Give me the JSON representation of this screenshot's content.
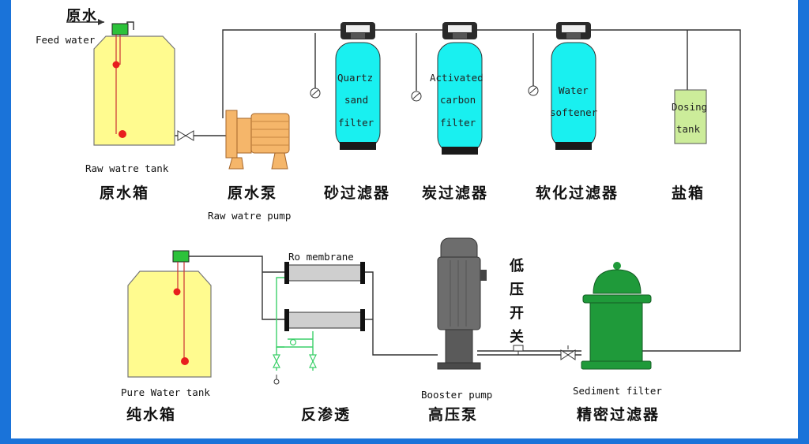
{
  "labels": {
    "feed_cn": "原水",
    "feed_en": "Feed water",
    "raw_tank_en": "Raw watre tank",
    "raw_tank_cn": "原水箱",
    "raw_pump_cn": "原水泵",
    "raw_pump_en": "Raw watre pump",
    "sand_l1": "Quartz",
    "sand_l2": "sand",
    "sand_l3": "filter",
    "sand_cn": "砂过滤器",
    "carbon_l1": "Activated",
    "carbon_l2": "carbon",
    "carbon_l3": "filter",
    "carbon_cn": "炭过滤器",
    "soft_l1": "Water",
    "soft_l2": "softener",
    "soft_cn": "软化过滤器",
    "dosing_l1": "Dosing",
    "dosing_l2": "tank",
    "dosing_cn": "盐箱",
    "ro_en": "Ro membrane",
    "ro_cn": "反渗透",
    "pure_en": "Pure Water tank",
    "pure_cn": "纯水箱",
    "booster_en": "Booster pump",
    "booster_cn": "高压泵",
    "lowp_1": "低",
    "lowp_2": "压",
    "lowp_3": "开",
    "lowp_4": "关",
    "sed_en": "Sediment filter",
    "sed_cn": "精密过滤器"
  },
  "colors": {
    "tank_fill": "#fffb8f",
    "filter_fill": "#19f0f0",
    "pump_fill": "#f5b66a",
    "dosing_fill": "#ccec9a",
    "sediment_fill": "#1f9a3a",
    "booster_fill": "#6d6d6d",
    "sensor_green": "#2cc23a",
    "float_red": "#e81e1e",
    "frame_blue": "#1a73d9"
  }
}
